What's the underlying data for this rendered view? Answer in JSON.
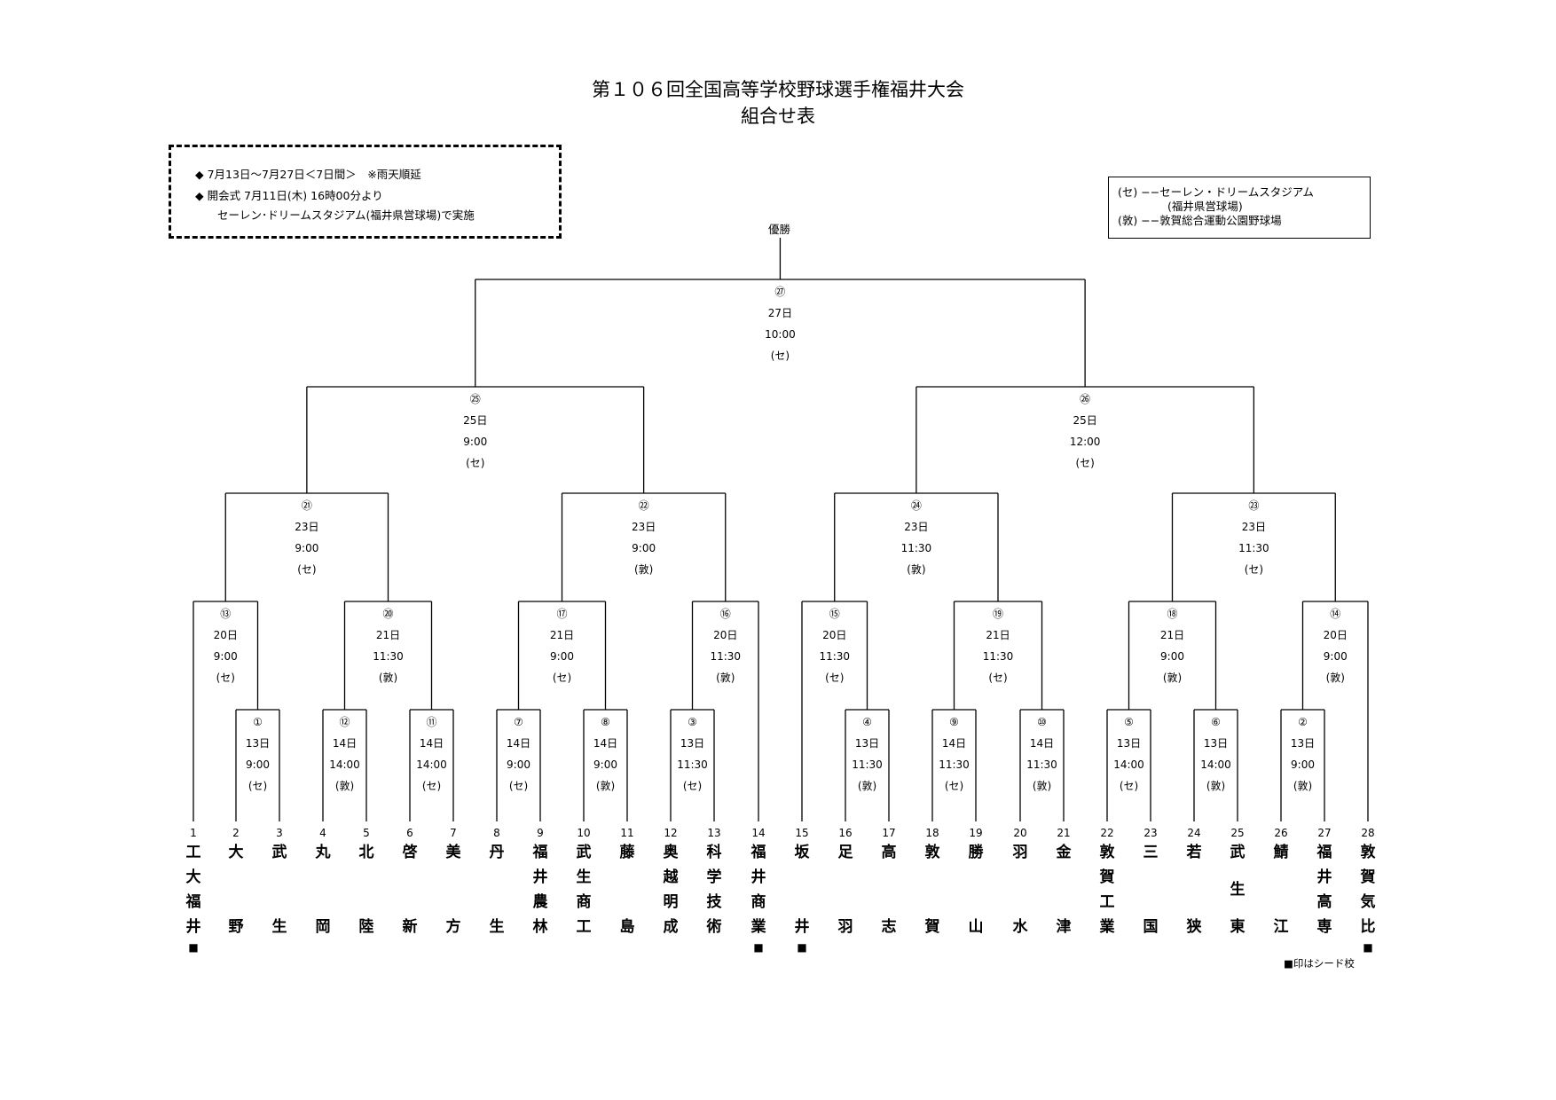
{
  "header": {
    "title": "第１０６回全国高等学校野球選手権福井大会",
    "subtitle": "組合せ表"
  },
  "info": {
    "period": "◆  7月13日～7月27日＜7日間＞　※雨天順延",
    "opening": "◆  開会式  7月11日(木) 16時00分より",
    "opening_place": "セーレン･ドリームスタジアム(福井県営球場)で実施"
  },
  "venues": {
    "line1": "(セ) −−セーレン・ドリームスタジアム",
    "line2": "(福井県営球場)",
    "line3": "(敦) −−敦賀総合運動公園野球場"
  },
  "champion_label": "優勝",
  "seed_note": "■印はシード校",
  "seed_mark": "■",
  "teams": [
    {
      "no": "1",
      "name": "工大福井",
      "seed": true
    },
    {
      "no": "2",
      "name": "大野",
      "seed": false
    },
    {
      "no": "3",
      "name": "武生",
      "seed": false
    },
    {
      "no": "4",
      "name": "丸岡",
      "seed": false
    },
    {
      "no": "5",
      "name": "北陸",
      "seed": false
    },
    {
      "no": "6",
      "name": "啓新",
      "seed": false
    },
    {
      "no": "7",
      "name": "美方",
      "seed": false
    },
    {
      "no": "8",
      "name": "丹生",
      "seed": false
    },
    {
      "no": "9",
      "name": "福井農林",
      "seed": false
    },
    {
      "no": "10",
      "name": "武生商工",
      "seed": false
    },
    {
      "no": "11",
      "name": "藤島",
      "seed": false
    },
    {
      "no": "12",
      "name": "奥越明成",
      "seed": false
    },
    {
      "no": "13",
      "name": "科学技術",
      "seed": false
    },
    {
      "no": "14",
      "name": "福井商業",
      "seed": true
    },
    {
      "no": "15",
      "name": "坂井",
      "seed": true
    },
    {
      "no": "16",
      "name": "足羽",
      "seed": false
    },
    {
      "no": "17",
      "name": "高志",
      "seed": false
    },
    {
      "no": "18",
      "name": "敦賀",
      "seed": false
    },
    {
      "no": "19",
      "name": "勝山",
      "seed": false
    },
    {
      "no": "20",
      "name": "羽水",
      "seed": false
    },
    {
      "no": "21",
      "name": "金津",
      "seed": false
    },
    {
      "no": "22",
      "name": "敦賀工業",
      "seed": false
    },
    {
      "no": "23",
      "name": "三国",
      "seed": false
    },
    {
      "no": "24",
      "name": "若狭",
      "seed": false
    },
    {
      "no": "25",
      "name": "武生東",
      "seed": false
    },
    {
      "no": "26",
      "name": "鯖江",
      "seed": false
    },
    {
      "no": "27",
      "name": "福井高専",
      "seed": false
    },
    {
      "no": "28",
      "name": "敦賀気比",
      "seed": true
    }
  ],
  "matches": [
    {
      "no": "①",
      "day": "13日",
      "time": "9:00",
      "venue": "(セ)"
    },
    {
      "no": "②",
      "day": "13日",
      "time": "9:00",
      "venue": "(敦)"
    },
    {
      "no": "③",
      "day": "13日",
      "time": "11:30",
      "venue": "(セ)"
    },
    {
      "no": "④",
      "day": "13日",
      "time": "11:30",
      "venue": "(敦)"
    },
    {
      "no": "⑤",
      "day": "13日",
      "time": "14:00",
      "venue": "(セ)"
    },
    {
      "no": "⑥",
      "day": "13日",
      "time": "14:00",
      "venue": "(敦)"
    },
    {
      "no": "⑦",
      "day": "14日",
      "time": "9:00",
      "venue": "(セ)"
    },
    {
      "no": "⑧",
      "day": "14日",
      "time": "9:00",
      "venue": "(敦)"
    },
    {
      "no": "⑨",
      "day": "14日",
      "time": "11:30",
      "venue": "(セ)"
    },
    {
      "no": "⑩",
      "day": "14日",
      "time": "11:30",
      "venue": "(敦)"
    },
    {
      "no": "⑪",
      "day": "14日",
      "time": "14:00",
      "venue": "(セ)"
    },
    {
      "no": "⑫",
      "day": "14日",
      "time": "14:00",
      "venue": "(敦)"
    },
    {
      "no": "⑬",
      "day": "20日",
      "time": "9:00",
      "venue": "(セ)"
    },
    {
      "no": "⑭",
      "day": "20日",
      "time": "9:00",
      "venue": "(敦)"
    },
    {
      "no": "⑮",
      "day": "20日",
      "time": "11:30",
      "venue": "(セ)"
    },
    {
      "no": "⑯",
      "day": "20日",
      "time": "11:30",
      "venue": "(敦)"
    },
    {
      "no": "⑰",
      "day": "21日",
      "time": "9:00",
      "venue": "(セ)"
    },
    {
      "no": "⑱",
      "day": "21日",
      "time": "9:00",
      "venue": "(敦)"
    },
    {
      "no": "⑲",
      "day": "21日",
      "time": "11:30",
      "venue": "(セ)"
    },
    {
      "no": "⑳",
      "day": "21日",
      "time": "11:30",
      "venue": "(敦)"
    },
    {
      "no": "㉑",
      "day": "23日",
      "time": "9:00",
      "venue": "(セ)"
    },
    {
      "no": "㉒",
      "day": "23日",
      "time": "9:00",
      "venue": "(敦)"
    },
    {
      "no": "㉓",
      "day": "23日",
      "time": "11:30",
      "venue": "(セ)"
    },
    {
      "no": "㉔",
      "day": "23日",
      "time": "11:30",
      "venue": "(敦)"
    },
    {
      "no": "㉕",
      "day": "25日",
      "time": "9:00",
      "venue": "(セ)"
    },
    {
      "no": "㉖",
      "day": "25日",
      "time": "12:00",
      "venue": "(セ)"
    },
    {
      "no": "㉗",
      "day": "27日",
      "time": "10:00",
      "venue": "(セ)"
    }
  ]
}
